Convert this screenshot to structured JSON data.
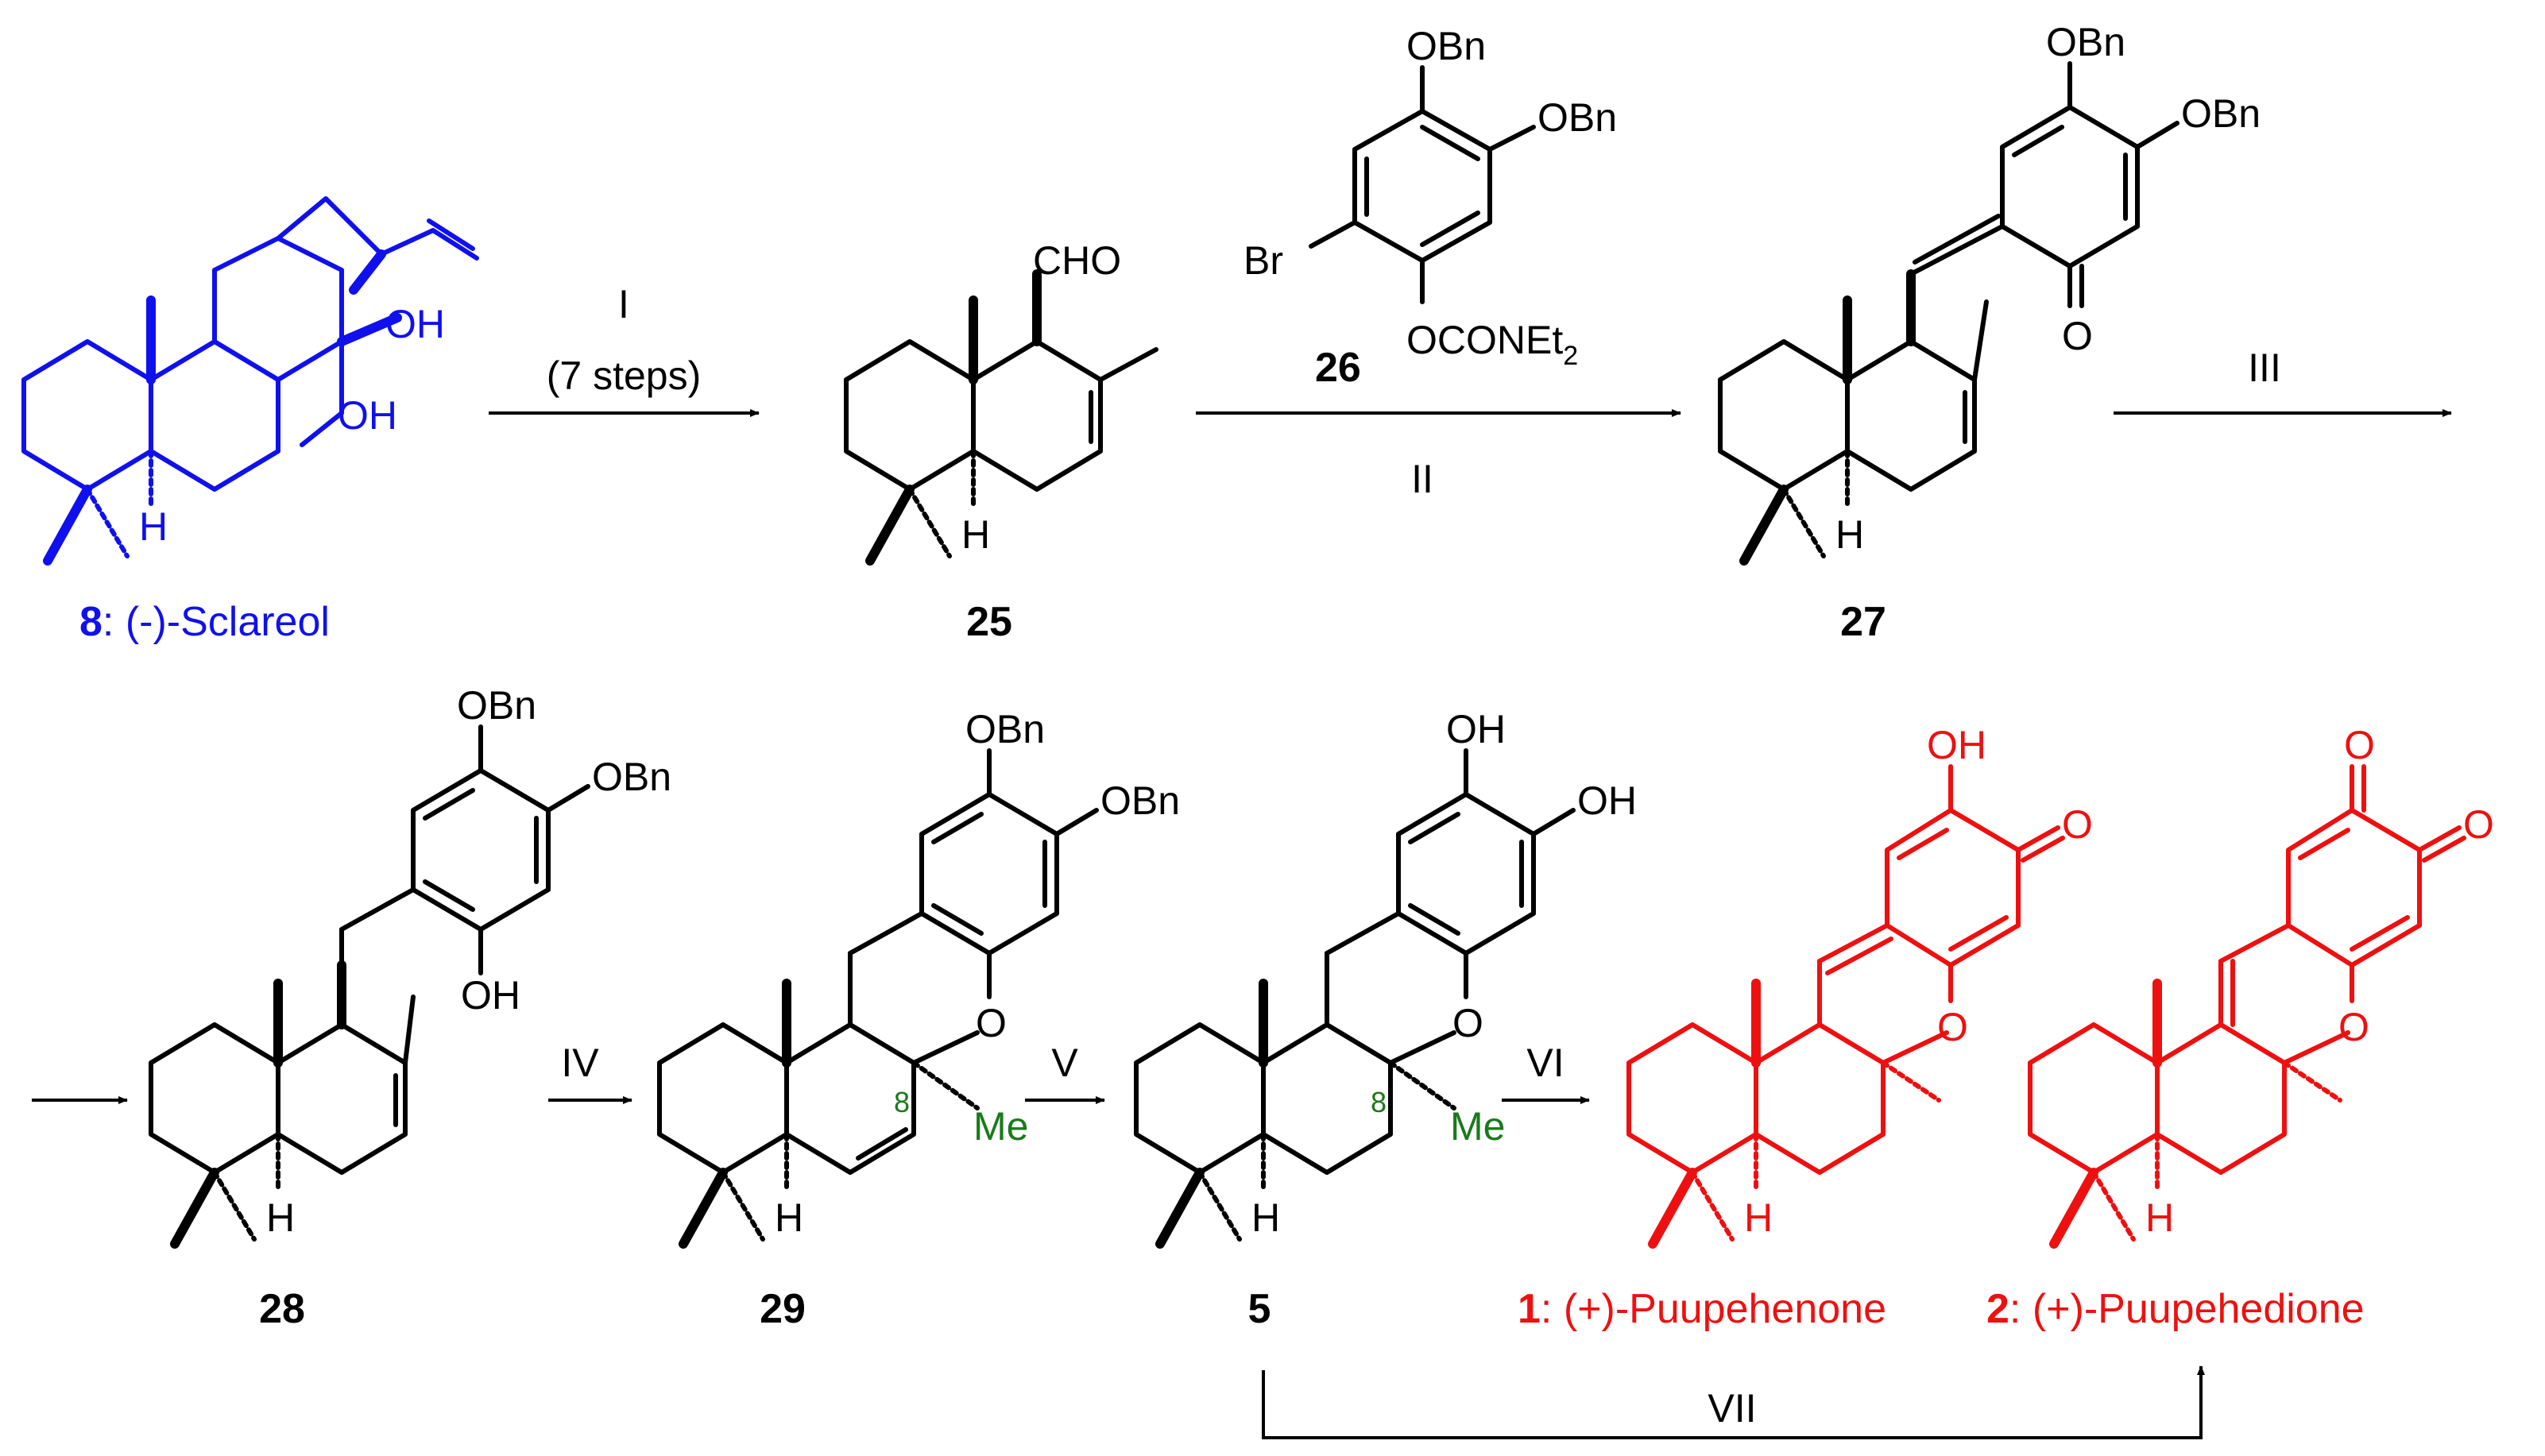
{
  "colors": {
    "default": "#000000",
    "starting_material": "#1010ee",
    "natural_product": "#ee1010",
    "stereocenter": "#1a7a1a"
  },
  "compounds": {
    "sclareol": {
      "number": "8",
      "name": ": (-)-Sclareol",
      "oh1": "OH",
      "oh2": "OH",
      "h": "H"
    },
    "c25": {
      "number": "25",
      "cho": "CHO",
      "h": "H"
    },
    "c26": {
      "number": "26",
      "obn1": "OBn",
      "obn2": "OBn",
      "br": "Br",
      "carbamate": "OCONEt",
      "carbamate_sub": "2"
    },
    "c27": {
      "number": "27",
      "obn1": "OBn",
      "obn2": "OBn",
      "o": "O",
      "h": "H"
    },
    "c28": {
      "number": "28",
      "obn1": "OBn",
      "obn2": "OBn",
      "oh": "OH",
      "h": "H"
    },
    "c29": {
      "number": "29",
      "obn1": "OBn",
      "obn2": "OBn",
      "o": "O",
      "me": "Me",
      "c8": "8",
      "h": "H"
    },
    "c5": {
      "number": "5",
      "oh1": "OH",
      "oh2": "OH",
      "o": "O",
      "me": "Me",
      "c8": "8",
      "h": "H"
    },
    "puupehenone": {
      "number": "1",
      "name": ": (+)-Puupehenone",
      "oh": "OH",
      "o1": "O",
      "o2": "O",
      "h": "H"
    },
    "puupehedione": {
      "number": "2",
      "name": ": (+)-Puupehedione",
      "o1": "O",
      "o2": "O",
      "o3": "O",
      "h": "H"
    }
  },
  "steps": {
    "I": {
      "label": "I",
      "detail": "(7 steps)"
    },
    "II": {
      "label": "II"
    },
    "III": {
      "label": "III"
    },
    "IV": {
      "label": "IV"
    },
    "V": {
      "label": "V"
    },
    "VI": {
      "label": "VI"
    },
    "VII": {
      "label": "VII"
    }
  }
}
